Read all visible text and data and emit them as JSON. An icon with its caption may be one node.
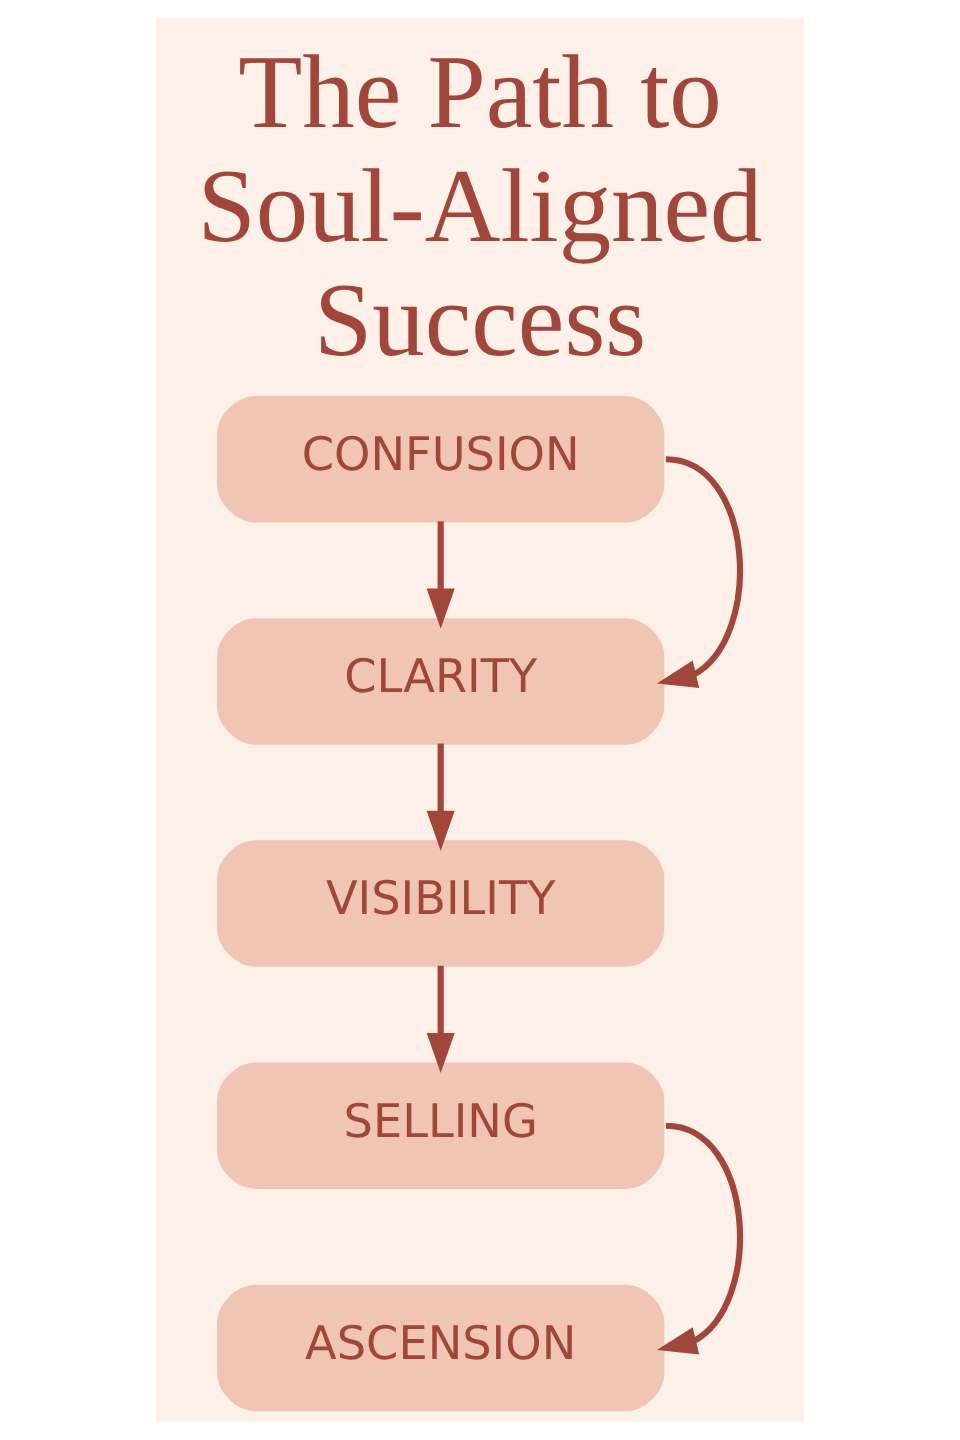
{
  "diagram": {
    "title": "The Path to Soul-Aligned Success",
    "nodes": [
      {
        "text": [
          "CONFUSION"
        ]
      },
      {
        "text": [
          "CLARITY"
        ]
      },
      {
        "text": [
          "VISIBILITY"
        ]
      },
      {
        "text": [
          "SELLING"
        ]
      },
      {
        "text": [
          "ASCENSION"
        ]
      }
    ],
    "edges": [
      {
        "from": 0,
        "to": 1,
        "arrow": "to"
      },
      {
        "from": 0,
        "to": 1,
        "arrow": "to"
      },
      {
        "from": 1,
        "to": 2,
        "arrow": "to"
      },
      {
        "from": 2,
        "to": 3,
        "arrow": "to"
      },
      {
        "from": 3,
        "to": 4,
        "arrow": "to"
      }
    ]
  }
}
